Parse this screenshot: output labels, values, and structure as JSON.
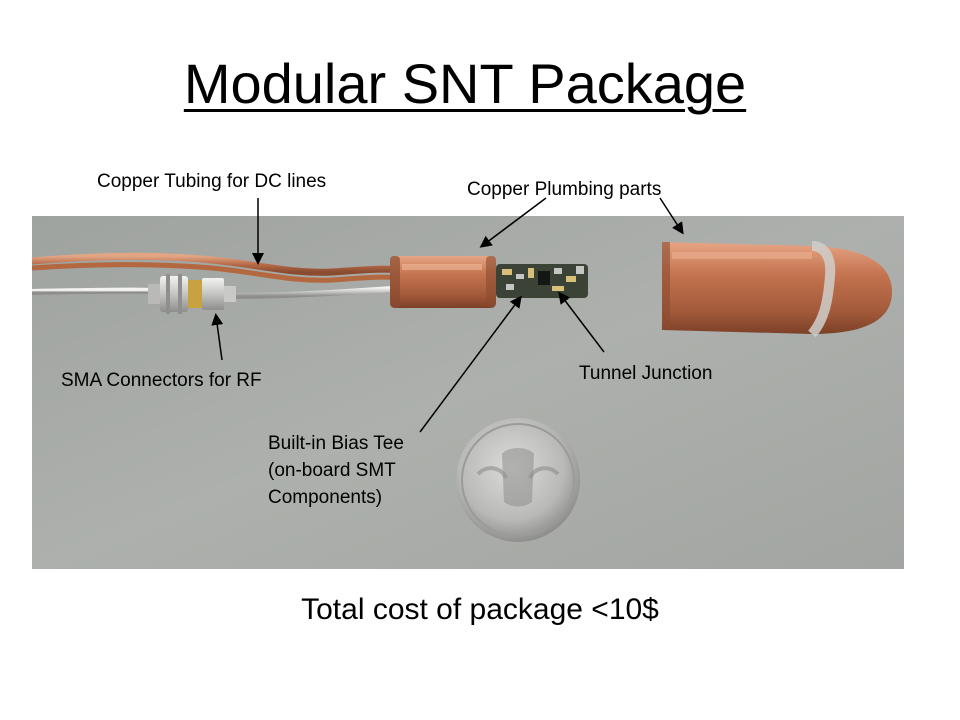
{
  "slide": {
    "title": "Modular SNT Package",
    "caption": "Total cost of package <10$"
  },
  "callouts": {
    "copper_tubing": "Copper Tubing for DC lines",
    "copper_plumbing": "Copper Plumbing parts",
    "sma_connectors": "SMA Connectors for RF",
    "tunnel_junction": "Tunnel Junction",
    "bias_tee": {
      "line1": "Built-in Bias Tee",
      "line2": "(on-board SMT",
      "line3": "Components)"
    }
  },
  "colors": {
    "background": "#ffffff",
    "photo_backdrop": "#a7aaa6",
    "copper": "#c0704a",
    "silver": "#c9c9c7",
    "pcb": "#2f3a2c"
  }
}
